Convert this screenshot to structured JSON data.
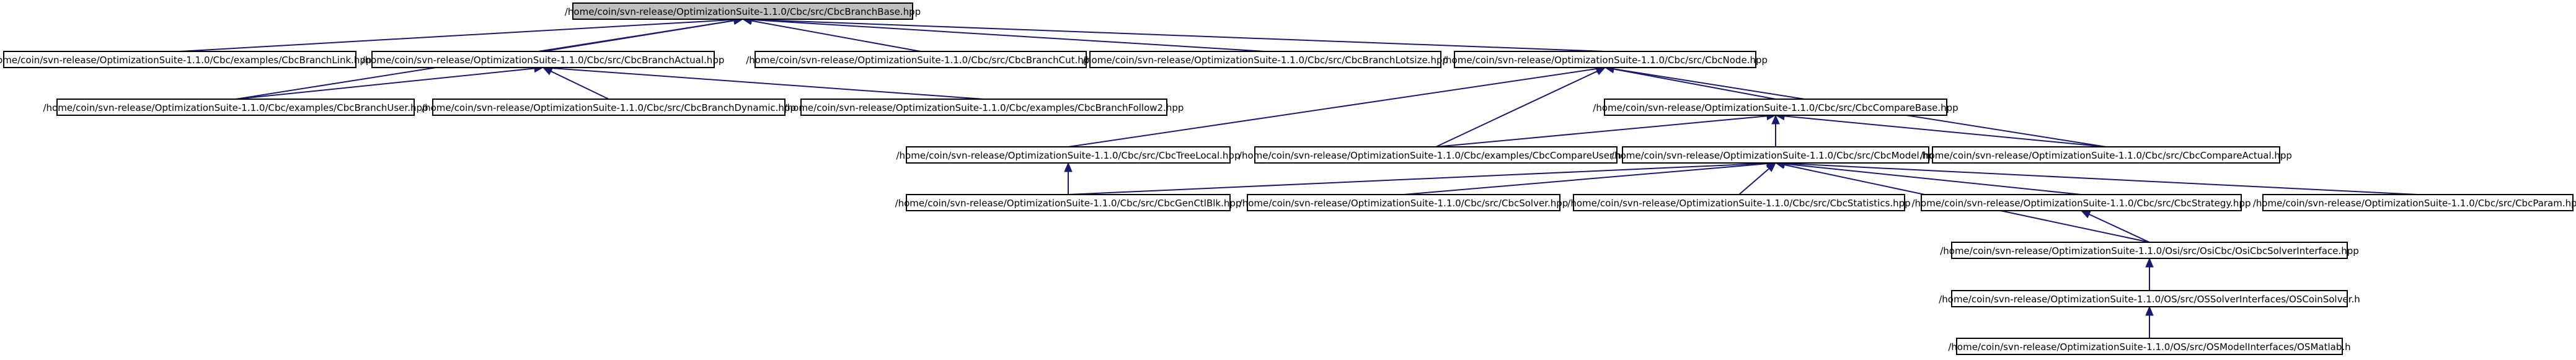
{
  "graph": {
    "nodes": {
      "base": "/home/coin/svn-release/OptimizationSuite-1.1.0/Cbc/src/CbcBranchBase.hpp",
      "branchlink": "/home/coin/svn-release/OptimizationSuite-1.1.0/Cbc/examples/CbcBranchLink.hpp",
      "actual": "/home/coin/svn-release/OptimizationSuite-1.1.0/Cbc/src/CbcBranchActual.hpp",
      "cut": "/home/coin/svn-release/OptimizationSuite-1.1.0/Cbc/src/CbcBranchCut.hpp",
      "lotsize": "/home/coin/svn-release/OptimizationSuite-1.1.0/Cbc/src/CbcBranchLotsize.hpp",
      "node": "/home/coin/svn-release/OptimizationSuite-1.1.0/Cbc/src/CbcNode.hpp",
      "branchuser": "/home/coin/svn-release/OptimizationSuite-1.1.0/Cbc/examples/CbcBranchUser.hpp",
      "dynamic": "/home/coin/svn-release/OptimizationSuite-1.1.0/Cbc/src/CbcBranchDynamic.hpp",
      "follow2": "/home/coin/svn-release/OptimizationSuite-1.1.0/Cbc/examples/CbcBranchFollow2.hpp",
      "comparebase": "/home/coin/svn-release/OptimizationSuite-1.1.0/Cbc/src/CbcCompareBase.hpp",
      "treelocal": "/home/coin/svn-release/OptimizationSuite-1.1.0/Cbc/src/CbcTreeLocal.hpp",
      "compareuser": "/home/coin/svn-release/OptimizationSuite-1.1.0/Cbc/examples/CbcCompareUser.hpp",
      "model": "/home/coin/svn-release/OptimizationSuite-1.1.0/Cbc/src/CbcModel.hpp",
      "compareactual": "/home/coin/svn-release/OptimizationSuite-1.1.0/Cbc/src/CbcCompareActual.hpp",
      "gencutblk": "/home/coin/svn-release/OptimizationSuite-1.1.0/Cbc/src/CbcGenCtlBlk.hpp",
      "solver": "/home/coin/svn-release/OptimizationSuite-1.1.0/Cbc/src/CbcSolver.hpp",
      "statistics": "/home/coin/svn-release/OptimizationSuite-1.1.0/Cbc/src/CbcStatistics.hpp",
      "strategy": "/home/coin/svn-release/OptimizationSuite-1.1.0/Cbc/src/CbcStrategy.hpp",
      "param": "/home/coin/svn-release/OptimizationSuite-1.1.0/Cbc/src/CbcParam.hpp",
      "osicbc": "/home/coin/svn-release/OptimizationSuite-1.1.0/Osi/src/OsiCbc/OsiCbcSolverInterface.hpp",
      "oscoin": "/home/coin/svn-release/OptimizationSuite-1.1.0/OS/src/OSSolverInterfaces/OSCoinSolver.h",
      "osmatlab": "/home/coin/svn-release/OptimizationSuite-1.1.0/OS/src/OSModelInterfaces/OSMatlab.h"
    },
    "edges": [
      [
        "base",
        "branchlink"
      ],
      [
        "base",
        "actual"
      ],
      [
        "base",
        "cut"
      ],
      [
        "base",
        "lotsize"
      ],
      [
        "base",
        "node"
      ],
      [
        "base",
        "branchuser"
      ],
      [
        "actual",
        "branchuser"
      ],
      [
        "actual",
        "dynamic"
      ],
      [
        "actual",
        "follow2"
      ],
      [
        "node",
        "comparebase"
      ],
      [
        "node",
        "treelocal"
      ],
      [
        "node",
        "compareuser"
      ],
      [
        "node",
        "compareactual"
      ],
      [
        "comparebase",
        "compareuser"
      ],
      [
        "comparebase",
        "model"
      ],
      [
        "comparebase",
        "compareactual"
      ],
      [
        "treelocal",
        "gencutblk"
      ],
      [
        "model",
        "gencutblk"
      ],
      [
        "model",
        "solver"
      ],
      [
        "model",
        "statistics"
      ],
      [
        "model",
        "strategy"
      ],
      [
        "model",
        "param"
      ],
      [
        "model",
        "osicbc"
      ],
      [
        "strategy",
        "osicbc"
      ],
      [
        "osicbc",
        "oscoin"
      ],
      [
        "oscoin",
        "osmatlab"
      ]
    ],
    "colors": {
      "edge": "#191970",
      "root_fill": "#bfbfbf",
      "node_fill": "#ffffff",
      "border": "#000000"
    }
  }
}
